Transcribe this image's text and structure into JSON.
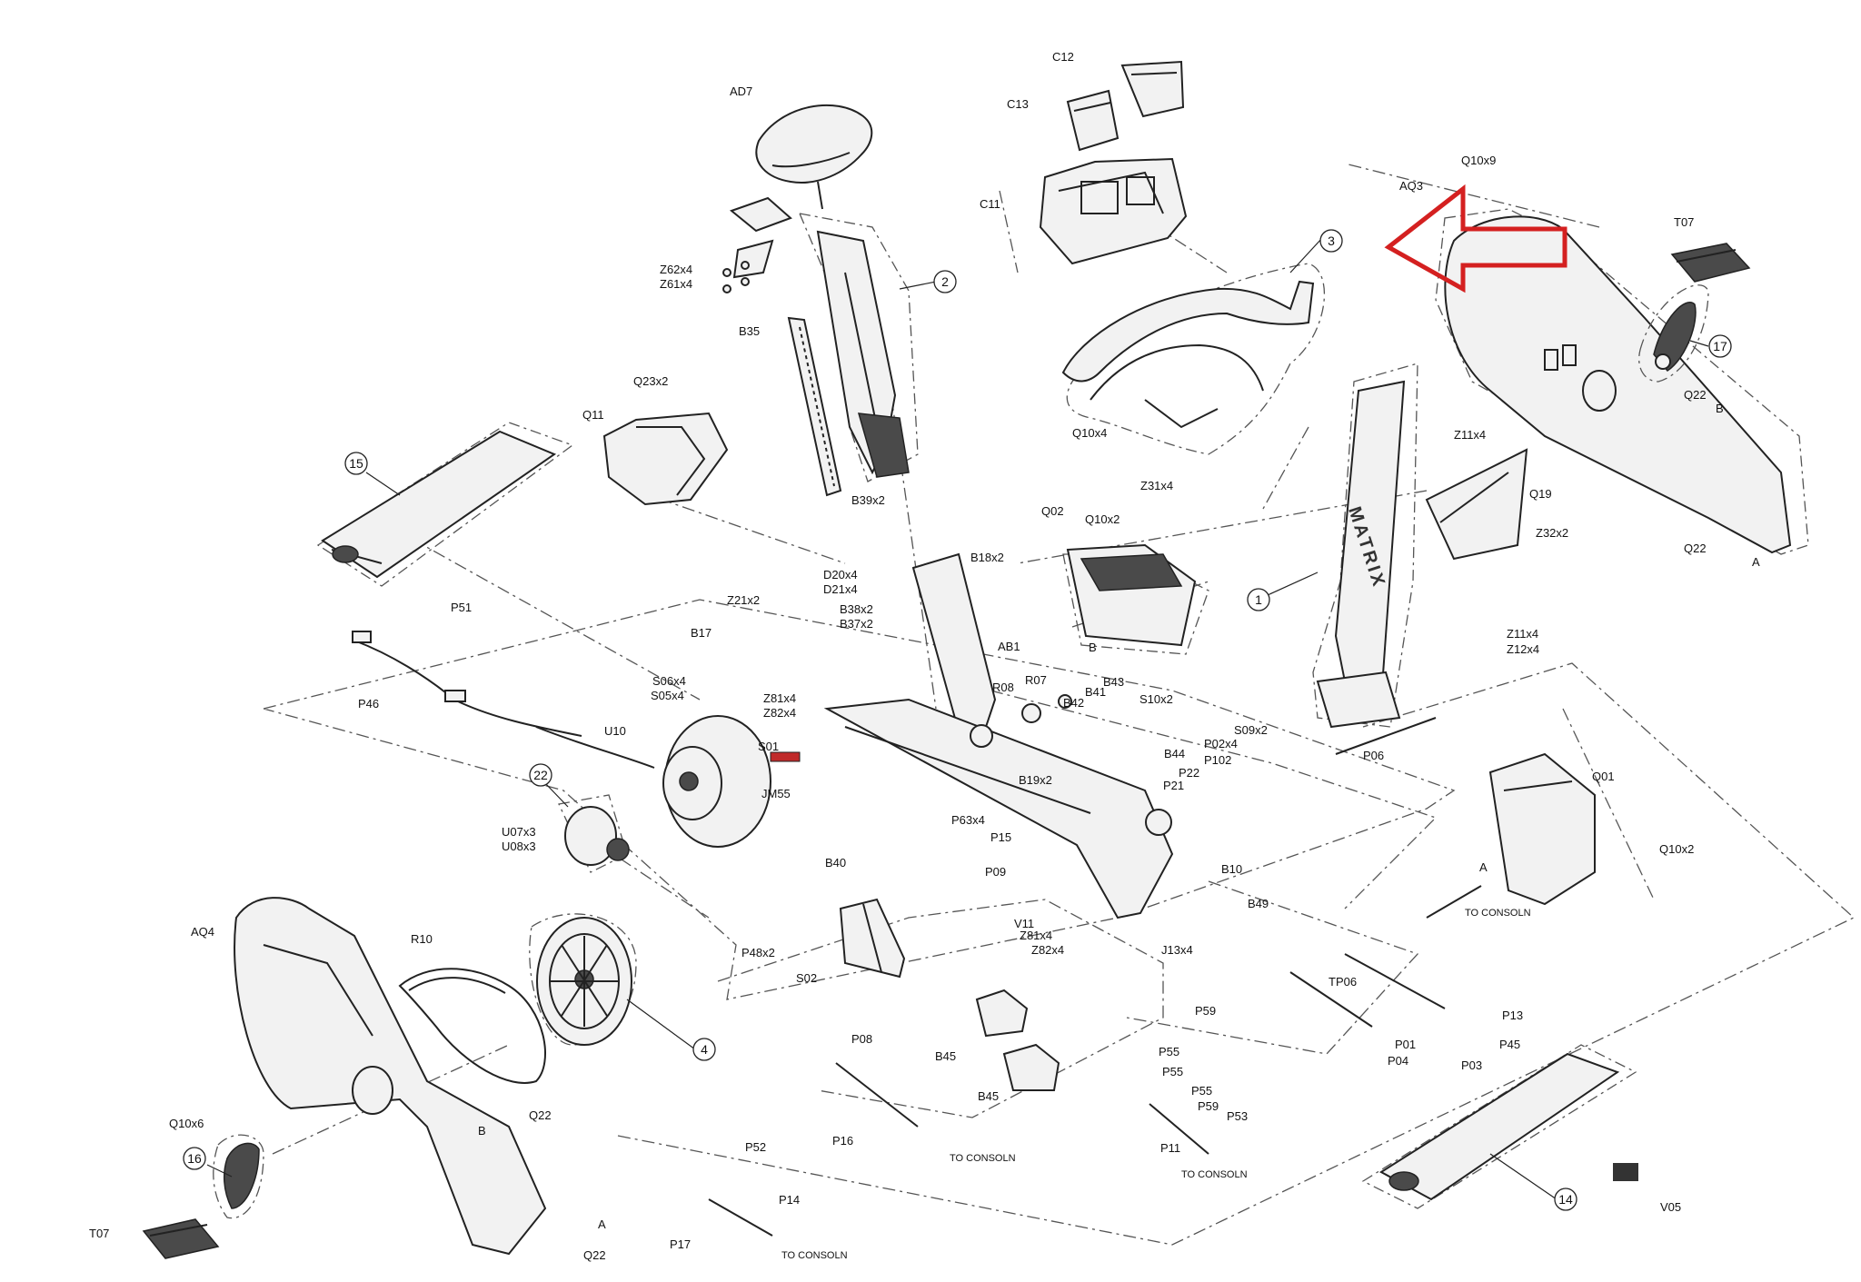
{
  "brand_text": "MATRIX",
  "colors": {
    "annotation_arrow": "#d42020",
    "line": "#222222"
  },
  "part_labels": {
    "AD7": "AD7",
    "C12": "C12",
    "C13": "C13",
    "C11": "C11",
    "Q10x9": "Q10x9",
    "AQ3": "AQ3",
    "T07_top": "T07",
    "Z62x4": "Z62x4",
    "Z61x4": "Z61x4",
    "B35": "B35",
    "Q23x2": "Q23x2",
    "Q11": "Q11",
    "Q10x4_top": "Q10x4",
    "Z11x4_top": "Z11x4",
    "Z31x4": "Z31x4",
    "Q22_right1": "Q22",
    "B_right1": "B",
    "Q19": "Q19",
    "Z32x2": "Z32x2",
    "Q22_right2": "Q22",
    "A_right2": "A",
    "B39x2": "B39x2",
    "Q02": "Q02",
    "Q10x2_mid": "Q10x2",
    "B18x2": "B18x2",
    "D20x4": "D20x4",
    "D21x4": "D21x4",
    "B38x2": "B38x2",
    "B37x2": "B37x2",
    "P51": "P51",
    "Z21x2": "Z21x2",
    "B17": "B17",
    "AB1": "AB1",
    "B_q02": "B",
    "Z11x4_mid": "Z11x4",
    "Z12x4": "Z12x4",
    "P46": "P46",
    "S06x4": "S06x4",
    "S05x4": "S05x4",
    "Z81x4_a": "Z81x4",
    "Z82x4_a": "Z82x4",
    "R08": "R08",
    "R07": "R07",
    "B43": "B43",
    "B42": "B42",
    "B41": "B41",
    "S10x2": "S10x2",
    "U10": "U10",
    "S01": "S01",
    "JM55": "JM55",
    "S09x2": "S09x2",
    "P02x4": "P02x4",
    "P102": "P102",
    "B44": "B44",
    "P06": "P06",
    "P22": "P22",
    "P21": "P21",
    "B19x2": "B19x2",
    "Q01": "Q01",
    "U07x3": "U07x3",
    "U08x3": "U08x3",
    "P63x4": "P63x4",
    "P15": "P15",
    "A_q01": "A",
    "Q10x2_right": "Q10x2",
    "B40": "B40",
    "P09": "P09",
    "B10": "B10",
    "B49": "B49",
    "AQ4": "AQ4",
    "R10": "R10",
    "V11": "V11",
    "Z81x4_b": "Z81x4",
    "Z82x4_b": "Z82x4",
    "J13x4": "J13x4",
    "P48x2": "P48x2",
    "TO_CONSOLN_1": "TO CONSOLN",
    "S02": "S02",
    "TP06": "TP06",
    "P59_a": "P59",
    "P13": "P13",
    "P08": "P08",
    "P01": "P01",
    "P45": "P45",
    "B45_a": "B45",
    "P55_a": "P55",
    "P04": "P04",
    "P03": "P03",
    "P55_b": "P55",
    "B45_b": "B45",
    "P55_c": "P55",
    "Q10x6": "Q10x6",
    "Q22_left": "Q22",
    "B_left": "B",
    "P59_b": "P59",
    "P53": "P53",
    "P52": "P52",
    "P16": "P16",
    "TO_CONSOLN_2": "TO CONSOLN",
    "P11": "P11",
    "TO_CONSOLN_3": "TO CONSOLN",
    "P14": "P14",
    "T07_bottom": "T07",
    "A_bottom": "A",
    "Q22_bottom": "Q22",
    "P17": "P17",
    "TO_CONSOLN_4": "TO CONSOLN",
    "V05": "V05"
  },
  "callout_numbers": {
    "n1": "1",
    "n2": "2",
    "n3": "3",
    "n4": "4",
    "n14": "14",
    "n15": "15",
    "n16": "16",
    "n17": "17",
    "n22": "22"
  }
}
